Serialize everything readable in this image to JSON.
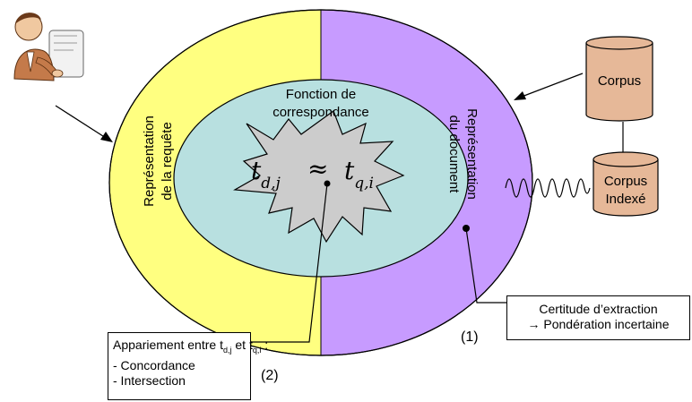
{
  "center": {
    "title_line1": "Fonction de",
    "title_line2": "correspondance",
    "formula": {
      "left_base": "t",
      "left_sub": "d,j",
      "operator": "≈",
      "right_base": "t",
      "right_sub": "q,i"
    }
  },
  "left_band": {
    "line1": "Représentation",
    "line2": "de la requête",
    "color": "#FFFF80"
  },
  "right_band": {
    "line1": "Représentation",
    "line2": "du document",
    "color": "#C79BFF"
  },
  "inner_color": "#B8E0E0",
  "corpus": {
    "label": "Corpus",
    "color": "#E6B898"
  },
  "corpus_index": {
    "line1": "Corpus",
    "line2": "Indexé",
    "color": "#E6B898"
  },
  "box_right": {
    "line1": "Certitude d’extraction",
    "line2": "→ Pondération incertaine",
    "number": "(1)"
  },
  "box_left": {
    "line1_prefix": "Appariement entre t",
    "line1_sub1": "d,j",
    "line1_mid": " et t",
    "line1_sub2": "q,i",
    "line1_suffix": " :",
    "line2": "- Concordance",
    "line3": "- Intersection",
    "number": "(2)"
  }
}
